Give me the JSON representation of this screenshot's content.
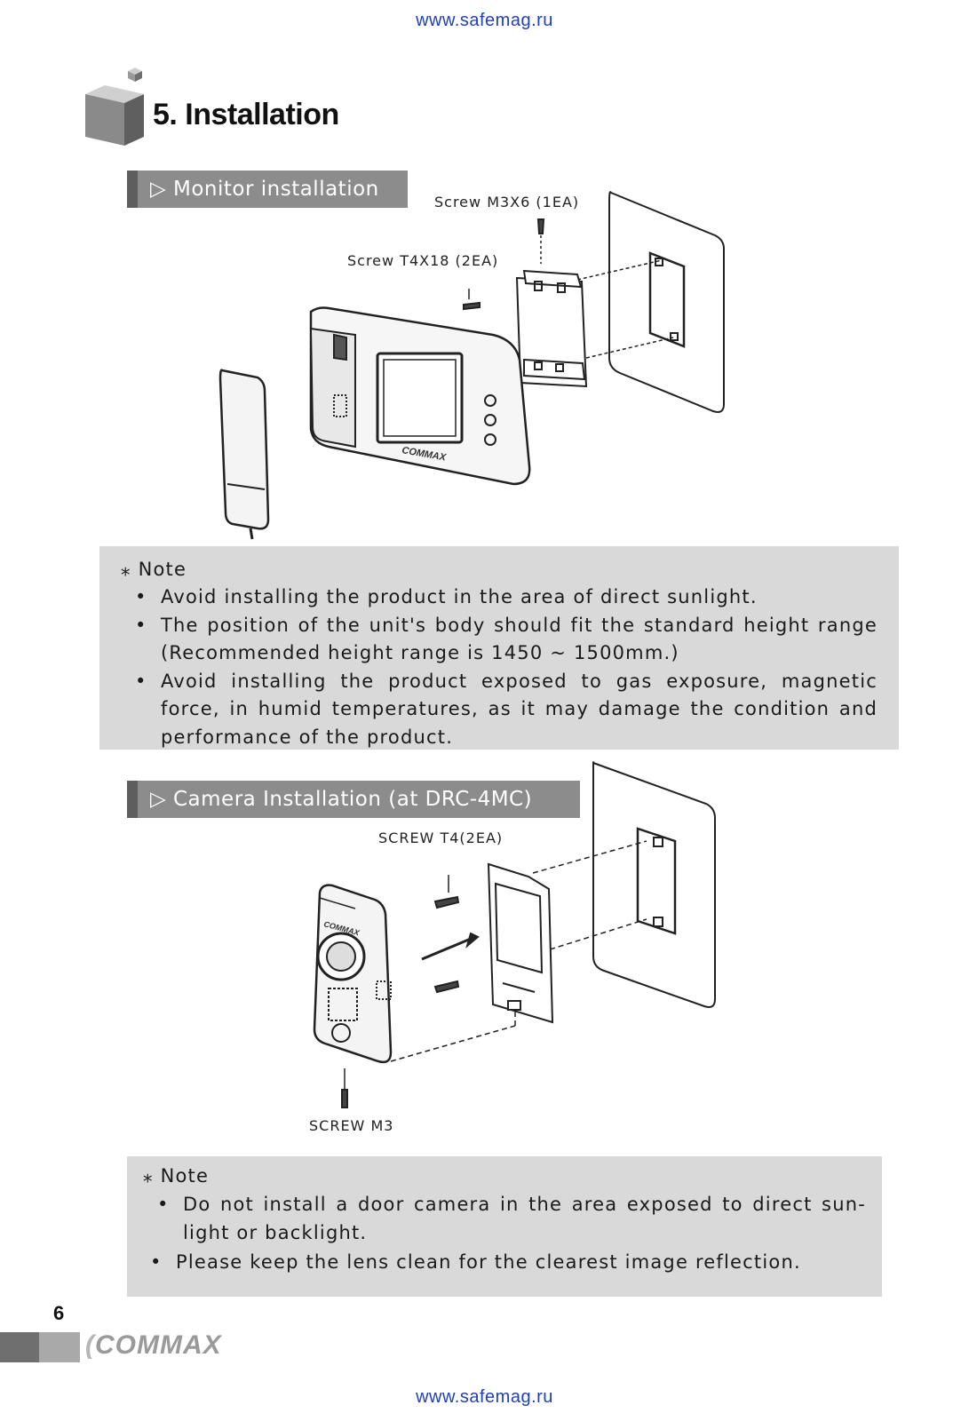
{
  "header": {
    "url": "www.safemag.ru"
  },
  "title": "5. Installation",
  "monitor_section": {
    "heading": "▷ Monitor installation",
    "labels": {
      "screw_m3x6": "Screw M3X6 (1EA)",
      "screw_t4x18": "Screw T4X18 (2EA)"
    },
    "brand_on_device": "COMMAX"
  },
  "note1": {
    "heading": "⁎ Note",
    "items": [
      "Avoid installing the product in the area of direct sunlight.",
      "The position of the unit's body should fit the standard height range (Recommended height range is 1450 ~ 1500mm.)",
      "Avoid installing the product exposed to gas exposure, magnetic force, in humid temperatures, as it may damage the condition and performance of the product."
    ]
  },
  "camera_section": {
    "heading": "▷ Camera Installation (at DRC-4MC)",
    "labels": {
      "screw_t4": "SCREW T4(2EA)",
      "screw_m3": "SCREW M3"
    },
    "brand_on_device": "COMMAX"
  },
  "note2": {
    "heading": "⁎ Note",
    "items": [
      "Do not install a door camera in the area exposed to direct sun-light or backlight.",
      "Please keep the lens clean for the clearest image reflection."
    ]
  },
  "footer": {
    "page_number": "6",
    "brand": "COMMAX",
    "url": "www.safemag.ru"
  }
}
